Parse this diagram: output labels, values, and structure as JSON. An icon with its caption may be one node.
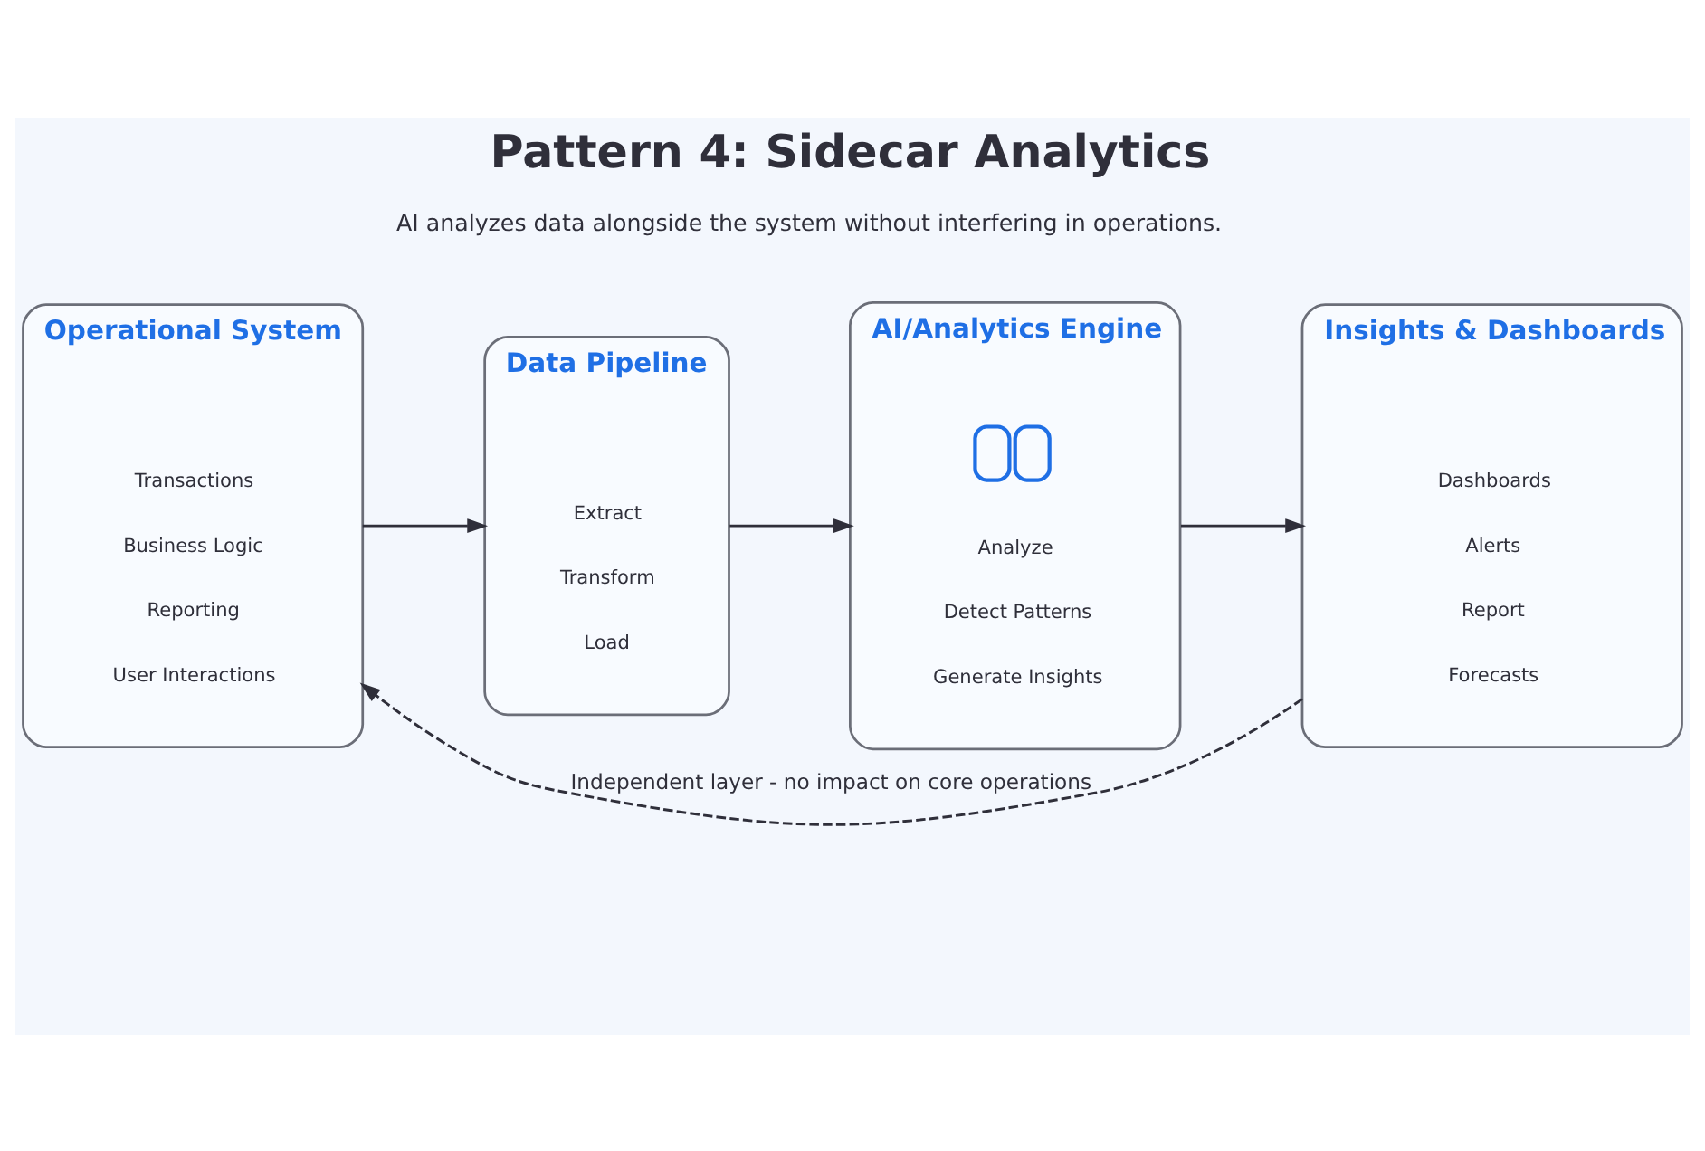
{
  "diagram": {
    "title": "Pattern 4: Sidecar Analytics",
    "nodes": [
      {
        "text": [
          "Operational System",
          "Transactions",
          "Business Logic",
          "Reporting",
          "User Interactions"
        ]
      },
      {
        "text": [
          "Data Pipeline",
          "Extract",
          "Transform",
          "Load"
        ]
      },
      {
        "text": [
          "AI/Analytics Engine",
          "Analyze",
          "Detect Patterns",
          "Generate Insights"
        ]
      },
      {
        "text": [
          "Insights & Dashboards",
          "Dashboards",
          "Alerts",
          "Report",
          "Forecasts"
        ]
      }
    ],
    "edges": [
      {
        "from": 0,
        "to": 1,
        "arrow": "to"
      },
      {
        "from": 1,
        "to": 2,
        "arrow": "to"
      },
      {
        "from": 2,
        "to": 3,
        "arrow": "to"
      },
      {
        "from": 3,
        "to": 0,
        "arrow": "to",
        "style": "dashed",
        "label": "Independent layer - no impact on core operations"
      }
    ],
    "labels": [
      "AI analyzes data alongside the system without interfering in operations."
    ]
  }
}
